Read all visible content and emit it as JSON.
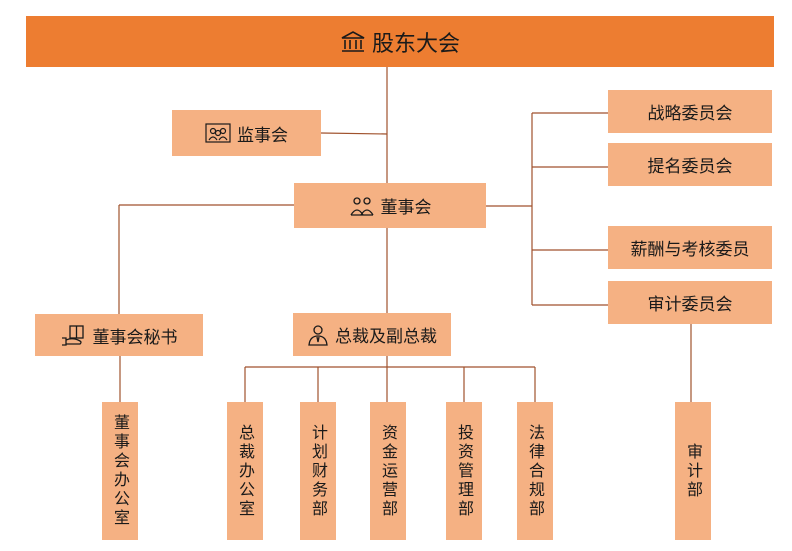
{
  "nodes": {
    "shareholders_meeting": "股东大会",
    "supervisory_board": "监事会",
    "board_of_directors": "董事会",
    "board_secretary": "董事会秘书",
    "president_and_vp": "总裁及副总裁",
    "strategy_committee": "战略委员会",
    "nomination_committee": "提名委员会",
    "compensation_committee": "薪酬与考核委员",
    "audit_committee": "审计委员会",
    "board_office": "董事会办公室",
    "president_office": "总裁办公室",
    "planning_finance": "计划财务部",
    "capital_operation": "资金运营部",
    "investment_management": "投资管理部",
    "legal_compliance": "法律合规部",
    "audit_department": "审计部"
  },
  "icons": {
    "shareholders_meeting": "institution-icon",
    "supervisory_board": "group-meeting-icon",
    "board_of_directors": "people-icon",
    "board_secretary": "book-hand-icon",
    "president_and_vp": "person-icon"
  },
  "colors": {
    "top_fill": "#ed7d31",
    "box_fill": "#f5b183",
    "line": "#a0522d"
  }
}
